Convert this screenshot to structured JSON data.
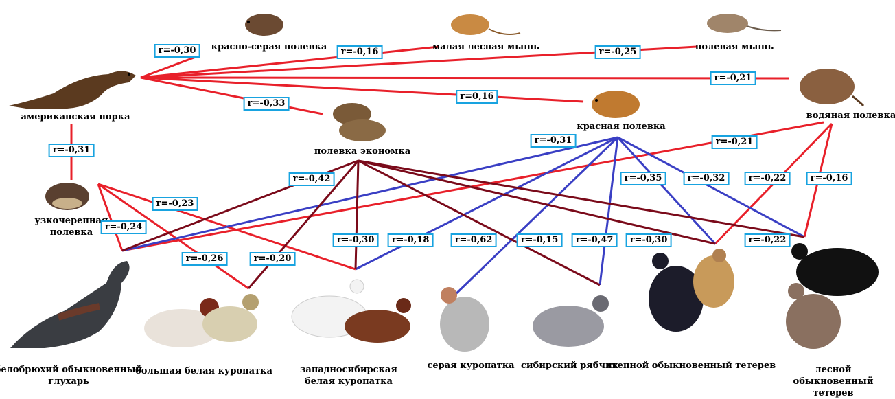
{
  "colors": {
    "predator_link": "#e8202a",
    "red_vole_link": "#3a3fc4",
    "field_vole_link": "#7a0a1a",
    "label_border": "#18a3e0"
  },
  "nodes": {
    "mink": {
      "label": "американская норка"
    },
    "grey_red_vole": {
      "label": "красно-серая полевка"
    },
    "wood_mouse": {
      "label": "малая лесная мышь"
    },
    "field_mouse": {
      "label": "полевая мышь"
    },
    "water_vole": {
      "label": "водяная полевка"
    },
    "red_vole": {
      "label": "красная полевка"
    },
    "root_vole": {
      "label": "полевка экономка"
    },
    "narrow_skull_vole": {
      "label": "узкочерепная\nполевка"
    },
    "capercaillie": {
      "label": "белобрюхий обыкновенный\nглухарь"
    },
    "willow_ptarmigan": {
      "label": "большая белая куропатка"
    },
    "wsib_ptarmigan": {
      "label": "западносибирская\nбелая куропатка"
    },
    "grey_partridge": {
      "label": "серая куропатка"
    },
    "hazel_grouse": {
      "label": "сибирский рябчик"
    },
    "steppe_grouse": {
      "label": "степной обыкновенный тетерев"
    },
    "forest_grouse": {
      "label": "лесной обыкновенный\nтетерев"
    }
  },
  "links": [
    {
      "id": "mink-grey_red_vole",
      "r": "r=-0,30"
    },
    {
      "id": "mink-wood_mouse",
      "r": "r=-0,16"
    },
    {
      "id": "mink-field_mouse",
      "r": "r=-0,25"
    },
    {
      "id": "mink-water_vole",
      "r": "r=-0,21"
    },
    {
      "id": "mink-red_vole",
      "r": "r=0,16"
    },
    {
      "id": "mink-root_vole",
      "r": "r=-0,33"
    },
    {
      "id": "mink-narrow_skull_vole",
      "r": "r=-0,31"
    },
    {
      "id": "narrow-capercaillie",
      "r": "r=-0,24"
    },
    {
      "id": "narrow-wsib",
      "r": "r=-0,23"
    },
    {
      "id": "narrow-willow",
      "r": "r=-0,26"
    },
    {
      "id": "water-capercaillie",
      "r": "r=-0,21"
    },
    {
      "id": "water-steppe",
      "r": "r=-0,22"
    },
    {
      "id": "water-forest",
      "r": "r=-0,16"
    },
    {
      "id": "red-capercaillie",
      "r": "r=-0,31"
    },
    {
      "id": "red-steppe",
      "r": "r=-0,35"
    },
    {
      "id": "red-forest",
      "r": "r=-0,32"
    },
    {
      "id": "red-partridge",
      "r": "r=-0,18"
    },
    {
      "id": "red-hazel",
      "r": "r=-0,47"
    },
    {
      "id": "red-wsib",
      "r": "r=-0,15"
    },
    {
      "id": "root-capercaillie",
      "r": "r=-0,42"
    },
    {
      "id": "root-willow",
      "r": "r=-0,20"
    },
    {
      "id": "root-wsib",
      "r": "r=-0,30"
    },
    {
      "id": "root-hazel",
      "r": "r=-0,62"
    },
    {
      "id": "root-steppe",
      "r": "r=-0,30"
    },
    {
      "id": "root-forest",
      "r": "r=-0,22"
    }
  ]
}
